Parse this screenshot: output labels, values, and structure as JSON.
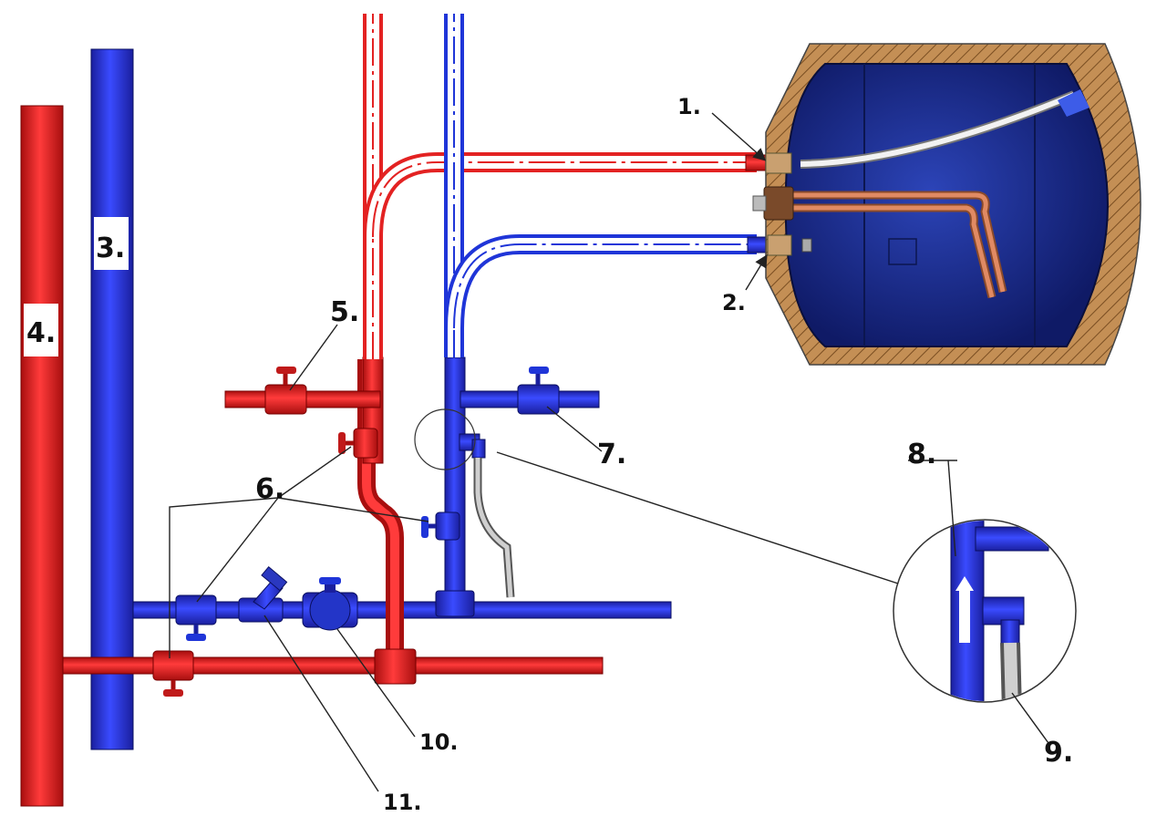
{
  "labels": {
    "l1": "1.",
    "l2": "2.",
    "l3": "3.",
    "l4": "4.",
    "l5": "5.",
    "l6": "6.",
    "l7": "7.",
    "l8": "8.",
    "l9": "9.",
    "l10": "10.",
    "l11": "11."
  },
  "colors": {
    "hot": "#e32222",
    "cold": "#1f35d8",
    "tank_body": "#1a2c8c",
    "insulation": "#b8874e",
    "copper": "#c9734f"
  }
}
